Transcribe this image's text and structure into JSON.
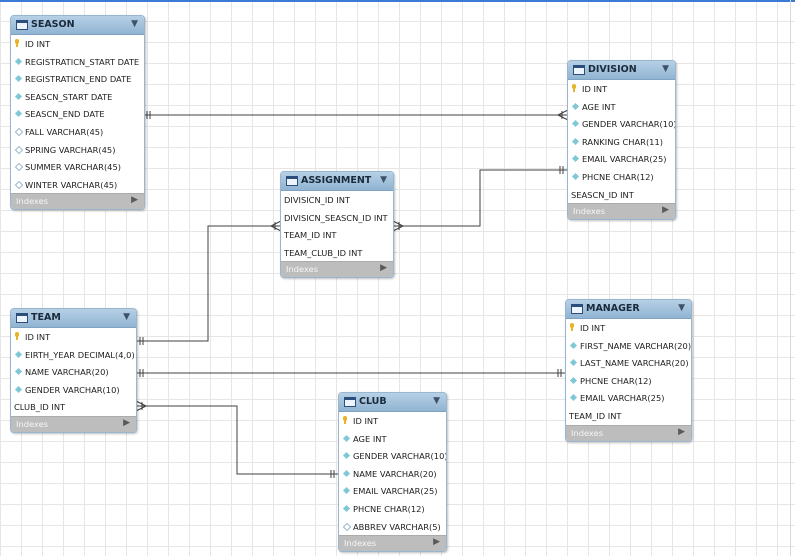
{
  "tables": [
    {
      "key": "season",
      "name": "SEASON",
      "footer": "Indexes",
      "columns": [
        {
          "text": "ID INT",
          "icon": "key"
        },
        {
          "text": "REGISTRATICN_START DATE",
          "icon": "col"
        },
        {
          "text": "REGISTRATICN_END DATE",
          "icon": "col"
        },
        {
          "text": "SEASCN_START DATE",
          "icon": "col"
        },
        {
          "text": "SEASCN_END DATE",
          "icon": "col"
        },
        {
          "text": "FALL VARCHAR(45)",
          "icon": "nn"
        },
        {
          "text": "SPRING VARCHAR(45)",
          "icon": "nn"
        },
        {
          "text": "SUMMER VARCHAR(45)",
          "icon": "nn"
        },
        {
          "text": "WINTER VARCHAR(45)",
          "icon": "nn"
        }
      ]
    },
    {
      "key": "division",
      "name": "DIVISION",
      "footer": "Indexes",
      "columns": [
        {
          "text": "ID INT",
          "icon": "key"
        },
        {
          "text": "AGE INT",
          "icon": "col"
        },
        {
          "text": "GENDER VARCHAR(10)",
          "icon": "col"
        },
        {
          "text": "RANKING CHAR(11)",
          "icon": "col"
        },
        {
          "text": "EMAIL VARCHAR(25)",
          "icon": "col"
        },
        {
          "text": "PHCNE CHAR(12)",
          "icon": "col"
        },
        {
          "text": "SEASCN_ID INT",
          "icon": "fk"
        }
      ]
    },
    {
      "key": "assignment",
      "name": "ASSIGNMENT",
      "footer": "Indexes",
      "columns": [
        {
          "text": "DIVISICN_ID INT",
          "icon": "fk"
        },
        {
          "text": "DIVISICN_SEASCN_ID INT",
          "icon": "fk"
        },
        {
          "text": "TEAM_ID INT",
          "icon": "fk"
        },
        {
          "text": "TEAM_CLUB_ID INT",
          "icon": "fk"
        }
      ]
    },
    {
      "key": "team",
      "name": "TEAM",
      "footer": "Indexes",
      "columns": [
        {
          "text": "ID INT",
          "icon": "key"
        },
        {
          "text": "EIRTH_YEAR DECIMAL(4,0)",
          "icon": "col"
        },
        {
          "text": "NAME VARCHAR(20)",
          "icon": "col"
        },
        {
          "text": "GENDER VARCHAR(10)",
          "icon": "col"
        },
        {
          "text": "CLUB_ID INT",
          "icon": "fk"
        }
      ]
    },
    {
      "key": "manager",
      "name": "MANAGER",
      "footer": "Indexes",
      "columns": [
        {
          "text": "ID INT",
          "icon": "key"
        },
        {
          "text": "FIRST_NAME VARCHAR(20)",
          "icon": "col"
        },
        {
          "text": "LAST_NAME VARCHAR(20)",
          "icon": "col"
        },
        {
          "text": "PHCNE CHAR(12)",
          "icon": "col"
        },
        {
          "text": "EMAIL VARCHAR(25)",
          "icon": "col"
        },
        {
          "text": "TEAM_ID INT",
          "icon": "fk"
        }
      ]
    },
    {
      "key": "club",
      "name": "CLUB",
      "footer": "Indexes",
      "columns": [
        {
          "text": "ID INT",
          "icon": "key"
        },
        {
          "text": "AGE INT",
          "icon": "col"
        },
        {
          "text": "GENDER VARCHAR(10)",
          "icon": "col"
        },
        {
          "text": "NAME VARCHAR(20)",
          "icon": "col"
        },
        {
          "text": "EMAIL VARCHAR(25)",
          "icon": "col"
        },
        {
          "text": "PHCNE CHAR(12)",
          "icon": "col"
        },
        {
          "text": "ABBREV VARCHAR(5)",
          "icon": "nn"
        }
      ]
    }
  ],
  "relationships": [
    {
      "name": "season-division",
      "from": "SEASON",
      "to": "DIVISION",
      "from_end": "one",
      "to_end": "many"
    },
    {
      "name": "division-assignment",
      "from": "DIVISION",
      "to": "ASSIGNMENT",
      "from_end": "one",
      "to_end": "many"
    },
    {
      "name": "team-assignment",
      "from": "TEAM",
      "to": "ASSIGNMENT",
      "from_end": "one",
      "to_end": "many"
    },
    {
      "name": "team-manager",
      "from": "TEAM",
      "to": "MANAGER",
      "from_end": "one",
      "to_end": "one"
    },
    {
      "name": "club-team",
      "from": "CLUB",
      "to": "TEAM",
      "from_end": "one",
      "to_end": "many"
    }
  ]
}
